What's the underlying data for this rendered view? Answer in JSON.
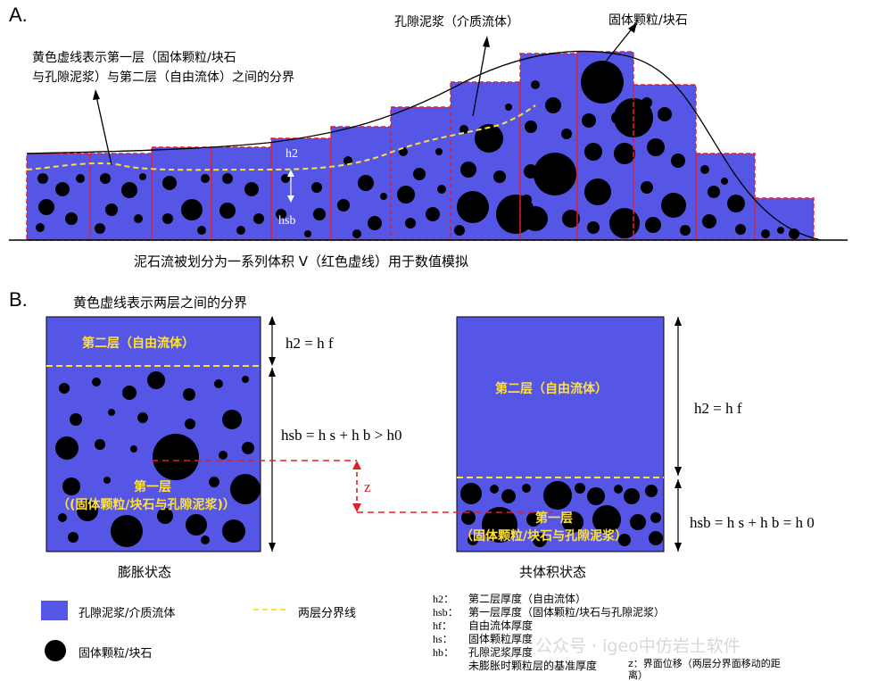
{
  "section_a": {
    "label": "A.",
    "annotation_boundary": "黄色虚线表示第一层（固体颗粒/块石\n与孔隙泥浆）与第二层（自由流体）之间的分界",
    "annotation_mud": "孔隙泥浆（介质流体）",
    "annotation_solid": "固体颗粒/块石",
    "h2": "h2",
    "hsb": "hsb",
    "caption": "泥石流被划分为一系列体积 V（红色虚线）用于数值模拟"
  },
  "section_b": {
    "label": "B.",
    "title": "黄色虚线表示两层之间的分界",
    "left_layer2": "第二层（自由流体）",
    "left_layer1_line1": "第一层",
    "left_layer1_line2": "（(固体颗粒/块石与孔隙泥浆)）",
    "left_eq1": "h2 = h f",
    "left_eq2": "hsb = h s + h b > h0",
    "z_label": "z",
    "right_layer2": "第二层（自由流体）",
    "right_layer1_line1": "第一层",
    "right_layer1_line2": "（固体颗粒/块石与孔隙泥浆）",
    "right_eq1": "h2 = h f",
    "right_eq2": "hsb = h s + h b = h 0",
    "caption_left": "膨胀状态",
    "caption_right": "共体积状态"
  },
  "legend": {
    "mud": "孔隙泥浆/介质流体",
    "boundary": "两层分界线",
    "solid": "固体颗粒/块石",
    "defs": [
      {
        "sym": "h2：",
        "text": "第二层厚度（自由流体）"
      },
      {
        "sym": "hsb：",
        "text": "第一层厚度（固体颗粒/块石与孔隙泥浆）"
      },
      {
        "sym": "hf：",
        "text": "自由流体厚度"
      },
      {
        "sym": "hs：",
        "text": "固体颗粒厚度"
      },
      {
        "sym": "hb：",
        "text": "孔隙泥浆厚度"
      },
      {
        "sym": "",
        "text": "未膨胀时颗粒层的基准厚度"
      }
    ],
    "z_def": "z：界面位移（两层分界面移动的距离）"
  },
  "watermark": "公众号 · igeo中仿岩土软件",
  "colors": {
    "blue": "#5555e6",
    "yellow": "#ffe13a",
    "red": "#e0202a",
    "black": "#000000"
  }
}
